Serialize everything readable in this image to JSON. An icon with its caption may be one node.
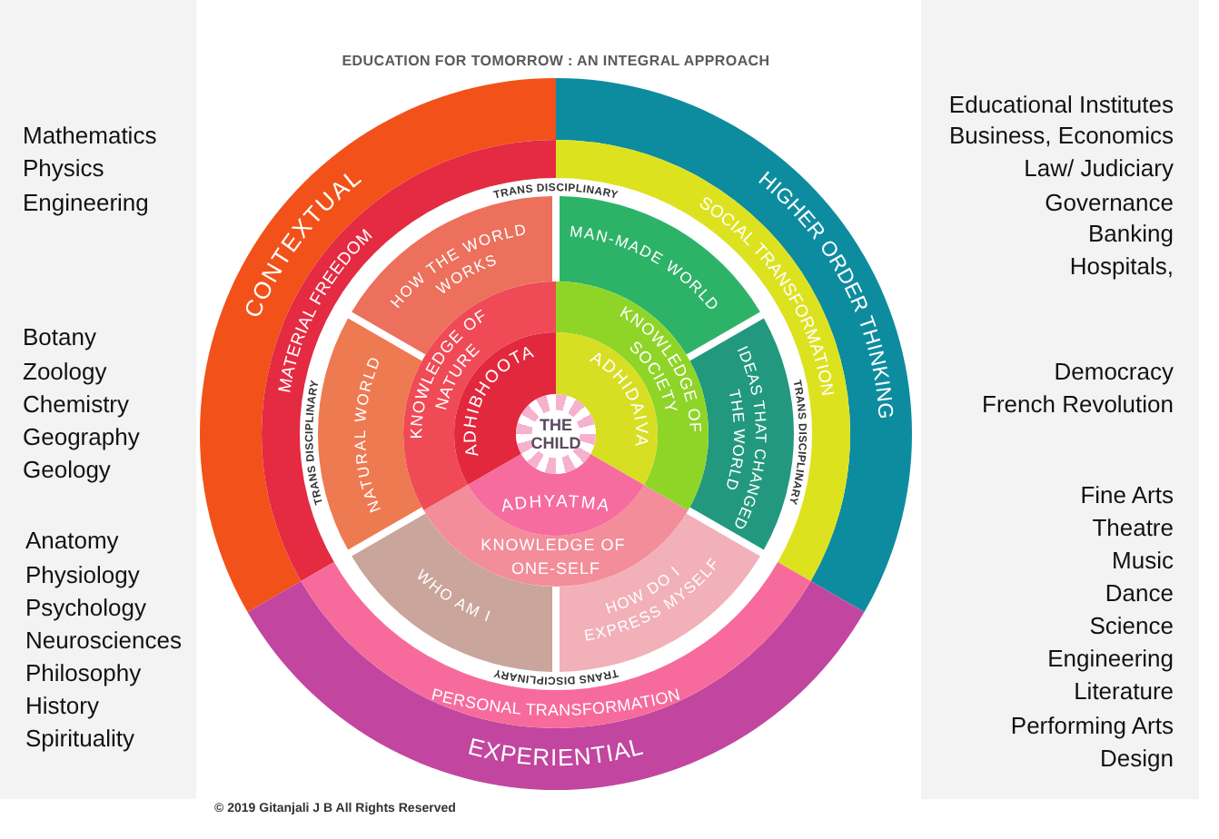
{
  "diagram": {
    "title": "EDUCATION FOR TOMORROW : AN INTEGRAL APPROACH",
    "nodes": [
      {
        "text": [
          "Mathematics",
          "Physics",
          "Engineering",
          "Botany",
          "Zoology",
          "Chemistry",
          "Geography",
          "Geology",
          "Anatomy",
          "Physiology",
          "Psychology",
          "Neurosciences",
          "Philosophy",
          "History",
          "Spirituality"
        ]
      },
      {
        "text": [
          "CONTEXTUAL"
        ]
      },
      {
        "text": [
          "HIGHER ORDER THINKING"
        ]
      },
      {
        "text": [
          "EXPERIENTIAL"
        ]
      },
      {
        "text": [
          "MATERIAL FREEDOM"
        ]
      },
      {
        "text": [
          "SOCIAL TRANSFORMATION"
        ]
      },
      {
        "text": [
          "PERSONAL TRANSFORMATION"
        ]
      },
      {
        "text": [
          "HOW THE WORLD WORKS"
        ]
      },
      {
        "text": [
          "MAN-MADE WORLD"
        ]
      },
      {
        "text": [
          "NATURAL WORLD"
        ]
      },
      {
        "text": [
          "IDEAS THAT CHANGED THE WORLD"
        ]
      },
      {
        "text": [
          "WHO AM I"
        ]
      },
      {
        "text": [
          "HOW DO I EXPRESS MYSELF"
        ]
      },
      {
        "text": [
          "KNOWLEDGE OF NATURE"
        ]
      },
      {
        "text": [
          "KNOWLEDGE OF SOCIETY"
        ]
      },
      {
        "text": [
          "KNOWLEDGE OF ONE-SELF"
        ]
      },
      {
        "text": [
          "ADHIBHOOTA"
        ]
      },
      {
        "text": [
          "ADHIDAIVA"
        ]
      },
      {
        "text": [
          "ADHYATMA"
        ]
      },
      {
        "text": [
          "THE CHILD"
        ]
      },
      {
        "text": [
          "Educational Institutes",
          "Business, Economics",
          "Law/ Judiciary",
          "Governance",
          "Banking",
          "Hospitals,",
          "Democracy",
          "French Revolution",
          "Fine Arts",
          "Theatre",
          "Music",
          "Dance",
          "Science",
          "Engineering",
          "Literature",
          "Performing Arts",
          "Design"
        ]
      }
    ],
    "labels": [
      "TRANS DISCIPLINARY",
      "TRANS DISCIPLINARY",
      "TRANS DISCIPLINARY",
      "TRANS DISCIPLINARY",
      "© 2019 Gitanjali J B All Rights Reserved"
    ]
  }
}
